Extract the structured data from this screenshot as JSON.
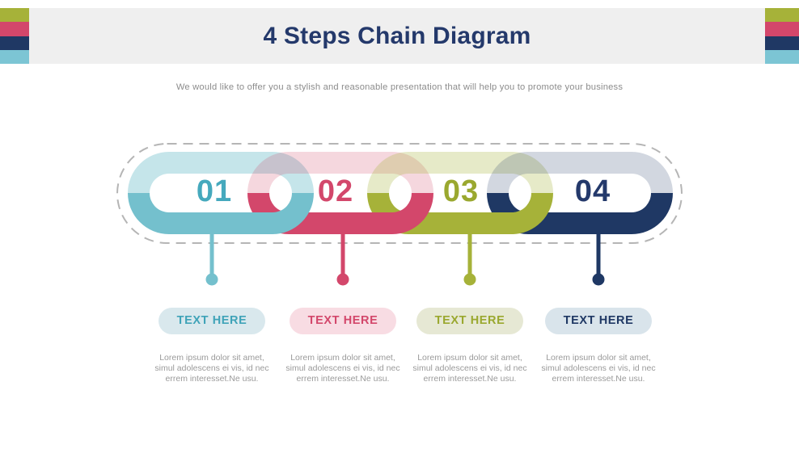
{
  "header": {
    "title": "4 Steps Chain Diagram",
    "title_color": "#24396B",
    "band_bg": "#EFEFEF",
    "stripe_colors": [
      "#A6B239",
      "#D3476B",
      "#1F3864",
      "#7CC5D4"
    ]
  },
  "subtitle": {
    "text": "We would like to offer you a stylish and reasonable presentation that will help you to promote your business",
    "color": "#8C8C8C"
  },
  "diagram": {
    "type": "chain",
    "border_color": "#B5B5B5",
    "lorem_color": "#9A9A9A"
  },
  "steps": [
    {
      "number": "01",
      "number_color": "#45A9BD",
      "color": "#74C0CD",
      "color_light": "rgba(116,192,205,0.42)",
      "pill_label": "TEXT HERE",
      "pill_bg": "#D9E8ED",
      "pill_text_color": "#3FA3B8",
      "lorem": [
        "Lorem ipsum dolor sit amet,",
        "simul adolescens ei vis, id nec",
        "errem interesset.Ne usu."
      ]
    },
    {
      "number": "02",
      "number_color": "#D3476B",
      "color": "#D3476B",
      "color_light": "rgba(211,71,107,0.22)",
      "pill_label": "TEXT HERE",
      "pill_bg": "#F8DCE3",
      "pill_text_color": "#D3476B",
      "lorem": [
        "Lorem ipsum dolor sit amet,",
        "simul adolescens ei vis, id nec",
        "errem interesset.Ne usu."
      ]
    },
    {
      "number": "03",
      "number_color": "#9AA82F",
      "color": "#A6B239",
      "color_light": "rgba(166,178,57,0.28)",
      "pill_label": "TEXT HERE",
      "pill_bg": "#E6E8D4",
      "pill_text_color": "#9AA82F",
      "lorem": [
        "Lorem ipsum dolor sit amet,",
        "simul adolescens ei vis, id nec",
        "errem interesset.Ne usu."
      ]
    },
    {
      "number": "04",
      "number_color": "#24396B",
      "color": "#1F3864",
      "color_light": "rgba(31,56,100,0.20)",
      "pill_label": "TEXT HERE",
      "pill_bg": "#D9E4EB",
      "pill_text_color": "#1F3864",
      "lorem": [
        "Lorem ipsum dolor sit amet,",
        "simul adolescens ei vis, id nec",
        "errem interesset.Ne usu."
      ]
    }
  ]
}
